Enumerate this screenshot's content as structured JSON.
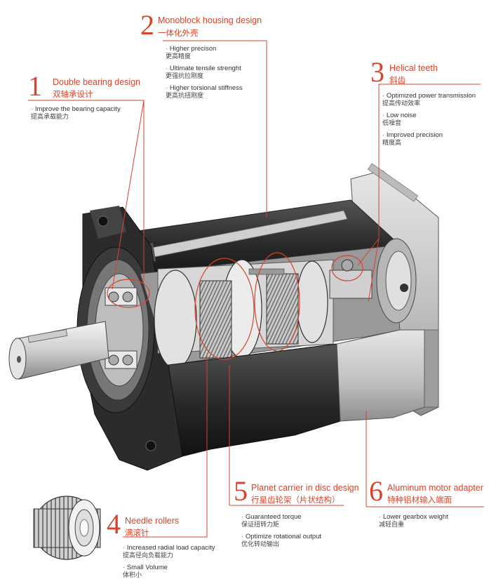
{
  "colors": {
    "accent": "#d6452b",
    "text": "#333333",
    "metal_dark": "#2a2a2a",
    "metal_light": "#d9d9d9"
  },
  "callouts": [
    {
      "number": "1",
      "title_en": "Double bearing design",
      "title_cn": "双轴承设计",
      "items": [
        {
          "en": "Improve the bearing capacity",
          "cn": "提高承载能力"
        }
      ]
    },
    {
      "number": "2",
      "title_en": "Monoblock housing design",
      "title_cn": "一体化外壳",
      "items": [
        {
          "en": "Higher precison",
          "cn": "更高精度"
        },
        {
          "en": "Ultimate tensile strenght",
          "cn": "更强抗拉刚度"
        },
        {
          "en": "Higher torsional  stiffness",
          "cn": "更高抗扭刚度"
        }
      ]
    },
    {
      "number": "3",
      "title_en": "Helical teeth",
      "title_cn": "斜齿",
      "items": [
        {
          "en": "Optimized power transmission",
          "cn": "提高传动效率"
        },
        {
          "en": "Low noise",
          "cn": "低噪音"
        },
        {
          "en": "Improved precision",
          "cn": "精度高"
        }
      ]
    },
    {
      "number": "4",
      "title_en": "Needle rollers",
      "title_cn": "满滚针",
      "items": [
        {
          "en": "Increased radial load capacity",
          "cn": "提高径向负载能力"
        },
        {
          "en": "Small Volume",
          "cn": "体积小"
        }
      ]
    },
    {
      "number": "5",
      "title_en": "Planet carrier in disc design",
      "title_cn": "行星齿轮架（片状结构）",
      "items": [
        {
          "en": "Guaranteed torque",
          "cn": "保证扭转力矩"
        },
        {
          "en": "Optimize rotational output",
          "cn": "优化转动输出"
        }
      ]
    },
    {
      "number": "6",
      "title_en": "Aluminum motor adapter",
      "title_cn": "特种铝材输入端面",
      "items": [
        {
          "en": "Lower gearbox weight",
          "cn": "减轻自重"
        }
      ]
    }
  ]
}
